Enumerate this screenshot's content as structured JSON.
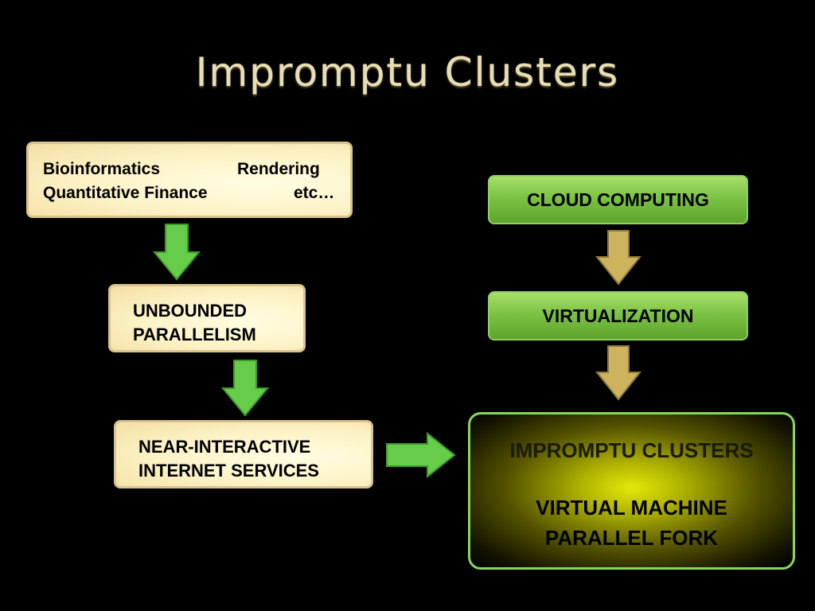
{
  "title": "Impromptu Clusters",
  "domains_box": {
    "item1": "Bioinformatics",
    "item2": "Rendering",
    "item3": "Quantitative Finance",
    "item4": "etc…"
  },
  "unbounded_box": {
    "line1": "UNBOUNDED",
    "line2": "PARALLELISM"
  },
  "near_box": {
    "line1": "NEAR-INTERACTIVE",
    "line2": "INTERNET SERVICES"
  },
  "cloud_box": {
    "label": "CLOUD COMPUTING"
  },
  "virtualization_box": {
    "label": "VIRTUALIZATION"
  },
  "impromptu_box": {
    "heading": "IMPROMPTU CLUSTERS",
    "line1": "VIRTUAL MACHINE",
    "line2": "PARALLEL FORK"
  },
  "colors": {
    "background": "#000000",
    "green_arrow": "#66cc4a",
    "tan_arrow": "#cdb35e",
    "title": "#e9deb2"
  }
}
